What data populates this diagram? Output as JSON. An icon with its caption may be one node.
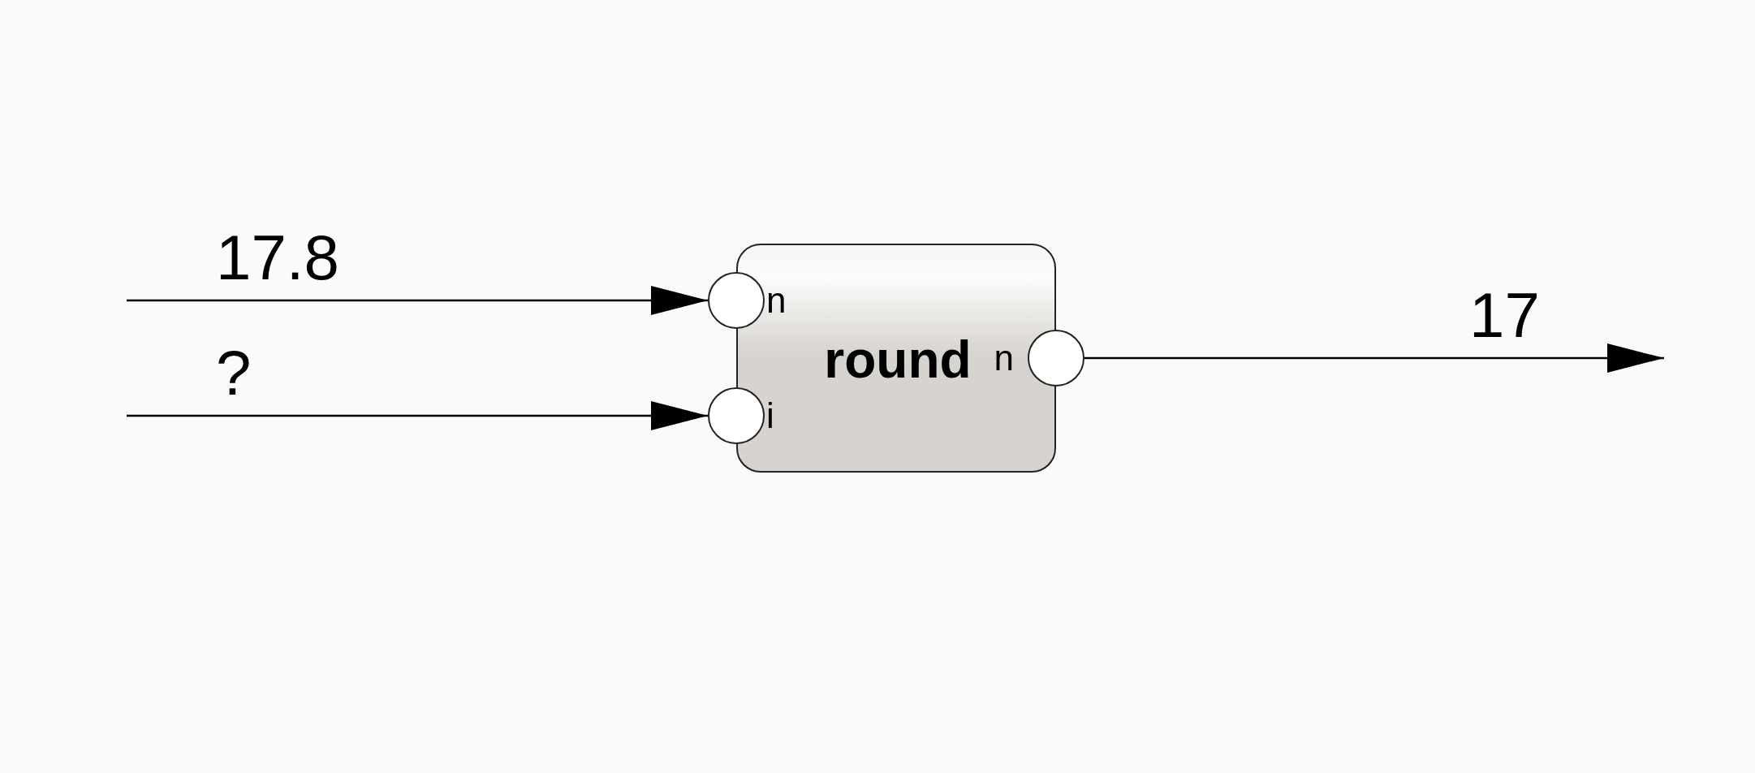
{
  "diagram": {
    "nodes": [
      {
        "text": [
          "round",
          "n",
          "i",
          "n"
        ]
      },
      {
        "text": [],
        "shape": "circle"
      },
      {
        "text": [],
        "shape": "circle"
      },
      {
        "text": [],
        "shape": "circle"
      }
    ],
    "edges": [
      {
        "from": null,
        "to": 1,
        "arrow": "to",
        "label": "17.8"
      },
      {
        "from": null,
        "to": 2,
        "arrow": "to",
        "label": "?"
      },
      {
        "from": 3,
        "to": null,
        "arrow": "to",
        "label": "17"
      }
    ]
  }
}
